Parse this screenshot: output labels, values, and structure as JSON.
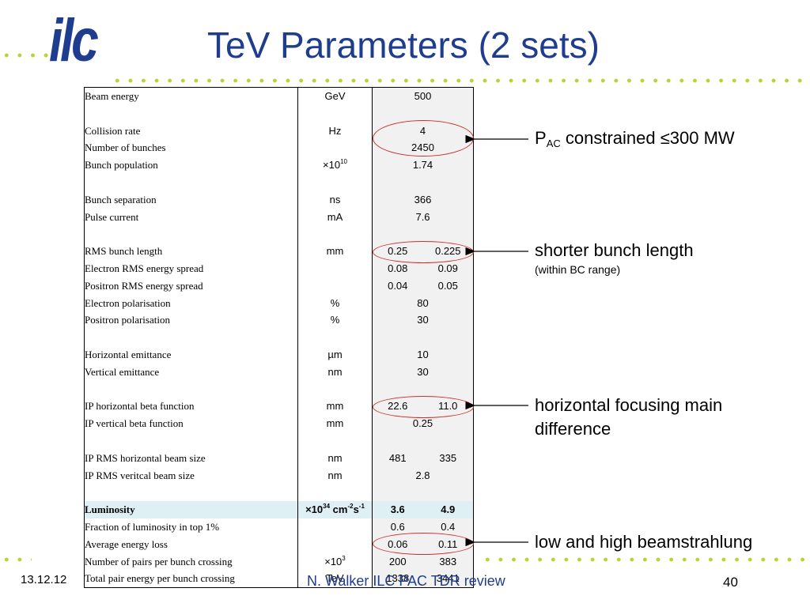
{
  "header": {
    "logo_text": "ilc",
    "title": "TeV Parameters (2 sets)"
  },
  "table": {
    "rows": [
      {
        "label": "Beam energy",
        "unit": "GeV",
        "values": [
          "500"
        ],
        "span": true
      },
      {
        "spacer": true
      },
      {
        "label": "Collision rate",
        "unit": "Hz",
        "values": [
          "4"
        ],
        "span": true
      },
      {
        "label": "Number of bunches",
        "unit": "",
        "values": [
          "2450"
        ],
        "span": true
      },
      {
        "label": "Bunch population",
        "unit": "×10",
        "unit_sup": "10",
        "values": [
          "1.74"
        ],
        "span": true
      },
      {
        "spacer": true
      },
      {
        "label": "Bunch separation",
        "unit": "ns",
        "values": [
          "366"
        ],
        "span": true
      },
      {
        "label": "Pulse current",
        "unit": "mA",
        "values": [
          "7.6"
        ],
        "span": true
      },
      {
        "spacer": true
      },
      {
        "label": "RMS bunch length",
        "unit": "mm",
        "values": [
          "0.25",
          "0.225"
        ]
      },
      {
        "label": "Electron RMS energy spread",
        "unit": "",
        "values": [
          "0.08",
          "0.09"
        ]
      },
      {
        "label": "Positron RMS energy spread",
        "unit": "",
        "values": [
          "0.04",
          "0.05"
        ]
      },
      {
        "label": "Electron polarisation",
        "unit": "%",
        "values": [
          "80"
        ],
        "span": true
      },
      {
        "label": "Positron polarisation",
        "unit": "%",
        "values": [
          "30"
        ],
        "span": true
      },
      {
        "spacer": true
      },
      {
        "label": "Horizontal emittance",
        "unit": "µm",
        "values": [
          "10"
        ],
        "span": true
      },
      {
        "label": "Vertical emittance",
        "unit": "nm",
        "values": [
          "30"
        ],
        "span": true
      },
      {
        "spacer": true
      },
      {
        "label": "IP horizontal beta function",
        "unit": "mm",
        "values": [
          "22.6",
          "11.0"
        ]
      },
      {
        "label": "IP vertical beta function",
        "unit": "mm",
        "values": [
          "0.25"
        ],
        "span": true
      },
      {
        "spacer": true
      },
      {
        "label": "IP RMS horizontal beam size",
        "unit": "nm",
        "values": [
          "481",
          "335"
        ]
      },
      {
        "label": "IP RMS veritcal beam size",
        "unit": "nm",
        "values": [
          "2.8"
        ],
        "span": true
      },
      {
        "spacer": true
      },
      {
        "label": "Luminosity",
        "unit": "×10",
        "unit_sup": "34",
        "unit_tail": " cm",
        "unit_sup2": "-2",
        "unit_tail2": "s",
        "unit_sup3": "-1",
        "values": [
          "3.6",
          "4.9"
        ],
        "highlight": true
      },
      {
        "label": "Fraction of luminosity in top 1%",
        "unit": "",
        "values": [
          "0.6",
          "0.4"
        ]
      },
      {
        "label": "Average energy loss",
        "unit": "",
        "values": [
          "0.06",
          "0.11"
        ]
      },
      {
        "label": "Number of pairs per bunch crossing",
        "unit": "×10",
        "unit_sup": "3",
        "values": [
          "200",
          "383"
        ]
      },
      {
        "label": "Total pair energy per bunch crossing",
        "unit": "TeV",
        "values": [
          "1338",
          "3441"
        ]
      }
    ]
  },
  "annotations": {
    "pac_main": "P",
    "pac_sub": "AC",
    "pac_rest": " constrained ≤300 MW",
    "bunch_length": "shorter bunch length",
    "bunch_length_note": "(within BC range)",
    "focusing_line1": "horizontal focusing main",
    "focusing_line2": "difference",
    "beamstrahlung": "low and high beamstrahlung"
  },
  "footer": {
    "date": "13.12.12",
    "author": "N. Walker ILC PAC TDR review",
    "page": "40"
  },
  "colors": {
    "brand_blue": "#1f3d8f",
    "dot_green": "#b9d23a",
    "oval_red": "#c8302a",
    "highlight_row": "#dff0f5"
  }
}
